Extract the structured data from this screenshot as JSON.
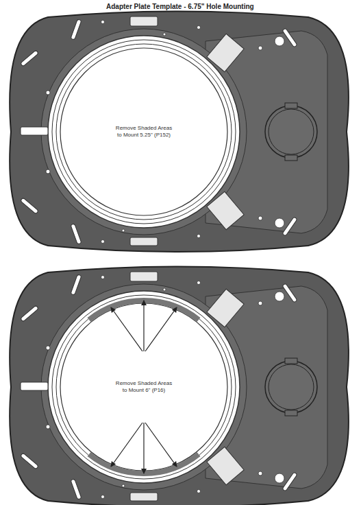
{
  "diagram": {
    "title": "Adapter Plate Template - 6.75\" Hole Mounting",
    "labels": [
      "Remove Shaded Areas to Mount 5.25\" (P152)",
      "Remove Shaded Areas to Mount 6\" (P16)"
    ]
  }
}
